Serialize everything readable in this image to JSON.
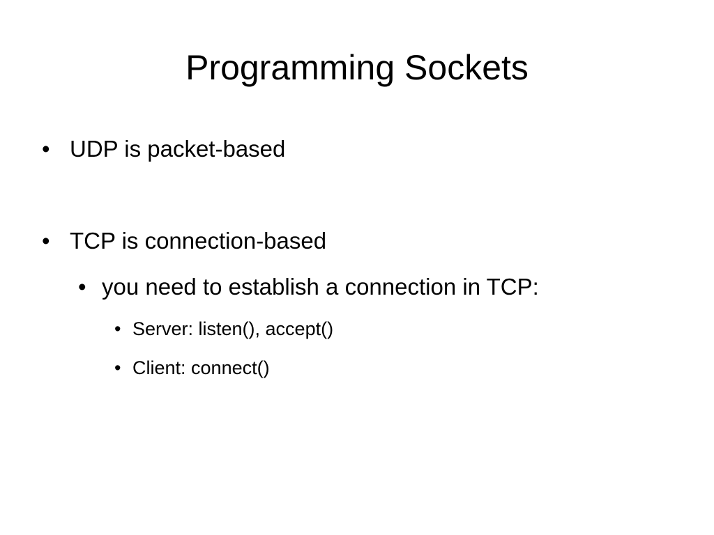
{
  "slide": {
    "title": "Programming Sockets",
    "bullet_glyph": "•",
    "bullets": [
      {
        "level": 1,
        "text": "UDP is packet-based"
      },
      {
        "level": 1,
        "text": "TCP is connection-based"
      },
      {
        "level": 2,
        "text": "you need to establish a connection in TCP:"
      },
      {
        "level": 3,
        "text": "Server: listen(), accept()"
      },
      {
        "level": 3,
        "text": "Client: connect()"
      }
    ]
  },
  "colors": {
    "background": "#ffffff",
    "text": "#000000"
  }
}
